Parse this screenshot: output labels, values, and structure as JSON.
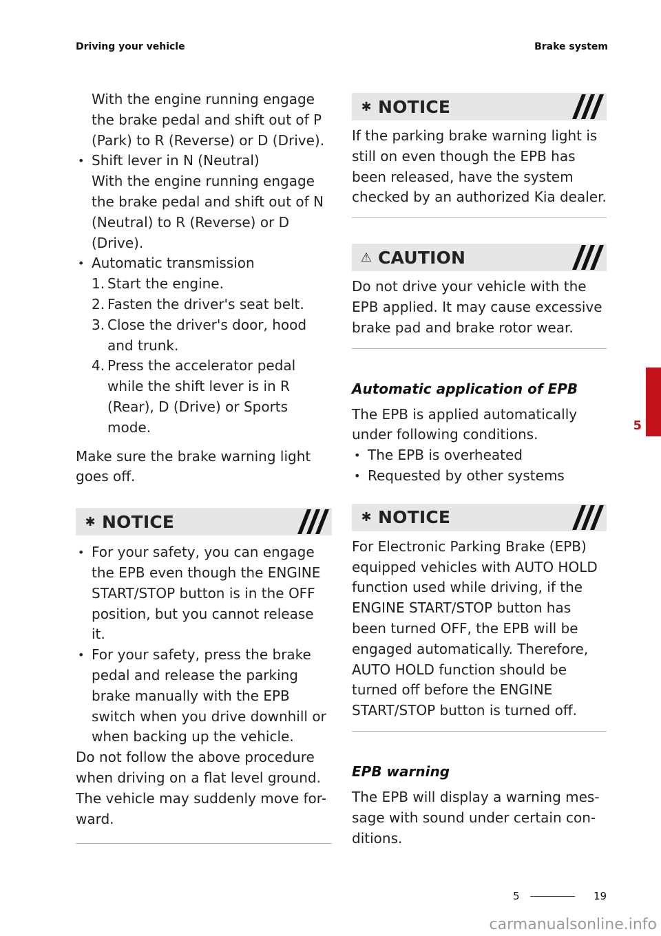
{
  "header": {
    "left": "Driving your vehicle",
    "right": "Brake system"
  },
  "left_column": {
    "cont_lines": [
      "With the engine running engage",
      "the brake pedal and shift out of P",
      "(Park) to R (Reverse) or D (Drive)."
    ],
    "bullet_neutral": {
      "title": "Shift lever in N (Neutral)",
      "lines": [
        "With the engine running engage",
        "the brake pedal and shift out of N",
        "(Neutral) to R (Reverse) or D",
        "(Drive)."
      ]
    },
    "bullet_auto": {
      "title": "Automatic transmission",
      "steps": [
        {
          "num": "1.",
          "lines": [
            "Start the engine."
          ]
        },
        {
          "num": "2.",
          "lines": [
            "Fasten the driver's seat belt."
          ]
        },
        {
          "num": "3.",
          "lines": [
            "Close the driver's door, hood",
            "and trunk."
          ]
        },
        {
          "num": "4.",
          "lines": [
            "Press the accelerator pedal",
            "while the shift lever is in R",
            "(Rear), D (Drive) or Sports",
            "mode."
          ]
        }
      ]
    },
    "make_sure": [
      "Make sure the brake warning light",
      "goes off."
    ],
    "notice": {
      "icon": "✱",
      "title": "NOTICE",
      "bullets": [
        [
          "For your safety, you can engage",
          "the EPB even though the ENGINE",
          "START/STOP button is in the OFF",
          "position, but you cannot release",
          "it."
        ],
        [
          "For your safety, press the brake",
          "pedal and release the parking",
          "brake manually with the EPB",
          "switch when you drive downhill or",
          "when backing up the vehicle."
        ]
      ],
      "after": [
        "Do not follow the above procedure",
        "when driving on a flat level ground.",
        "The vehicle may suddenly move for-",
        "ward."
      ]
    }
  },
  "right_column": {
    "notice1": {
      "icon": "✱",
      "title": "NOTICE",
      "lines": [
        "If the parking brake warning light is",
        "still on even though the EPB has",
        "been released, have the system",
        "checked by an authorized Kia dealer."
      ]
    },
    "caution": {
      "icon": "⚠",
      "title": "CAUTION",
      "lines": [
        "Do not drive your vehicle with the",
        "EPB applied. It may cause excessive",
        "brake pad and brake rotor wear."
      ]
    },
    "auto_apply": {
      "title": "Automatic application of EPB",
      "lines": [
        "The EPB is applied automatically",
        "under following conditions."
      ],
      "bullets": [
        "The EPB is overheated",
        "Requested by other systems"
      ]
    },
    "notice2": {
      "icon": "✱",
      "title": "NOTICE",
      "lines": [
        "For Electronic Parking Brake (EPB)",
        "equipped vehicles with AUTO HOLD",
        "function used while driving, if the",
        "ENGINE START/STOP button has",
        "been turned OFF, the EPB will be",
        "engaged automatically. Therefore,",
        "AUTO HOLD function should be",
        "turned off before the ENGINE",
        "START/STOP button is turned off."
      ]
    },
    "epb_warning": {
      "title": "EPB warning",
      "lines": [
        "The EPB will display a warning mes-",
        "sage with sound under certain con-",
        "ditions."
      ]
    }
  },
  "side_tab": {
    "number": "5",
    "color": "#c3121c"
  },
  "footer": {
    "chapter": "5",
    "page": "19"
  },
  "watermark": "carmanualsonline.info"
}
